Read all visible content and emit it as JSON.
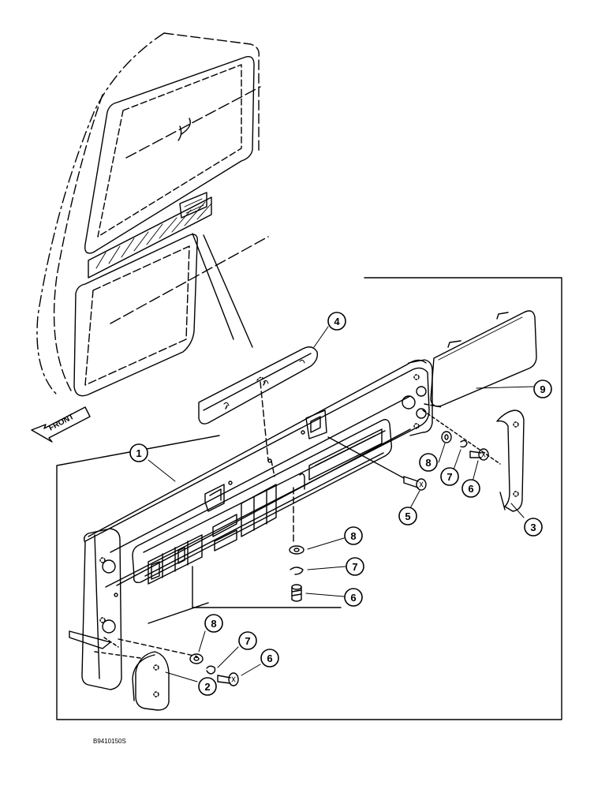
{
  "front_label": "FRONT",
  "drawing_number": "B9410150S",
  "callouts": {
    "c1": "1",
    "c2": "2",
    "c3": "3",
    "c4": "4",
    "c5": "5",
    "c9": "9",
    "c6a": "6",
    "c6b": "6",
    "c6c": "6",
    "c7a": "7",
    "c7b": "7",
    "c7c": "7",
    "c8a": "8",
    "c8b": "8",
    "c8c": "8"
  }
}
